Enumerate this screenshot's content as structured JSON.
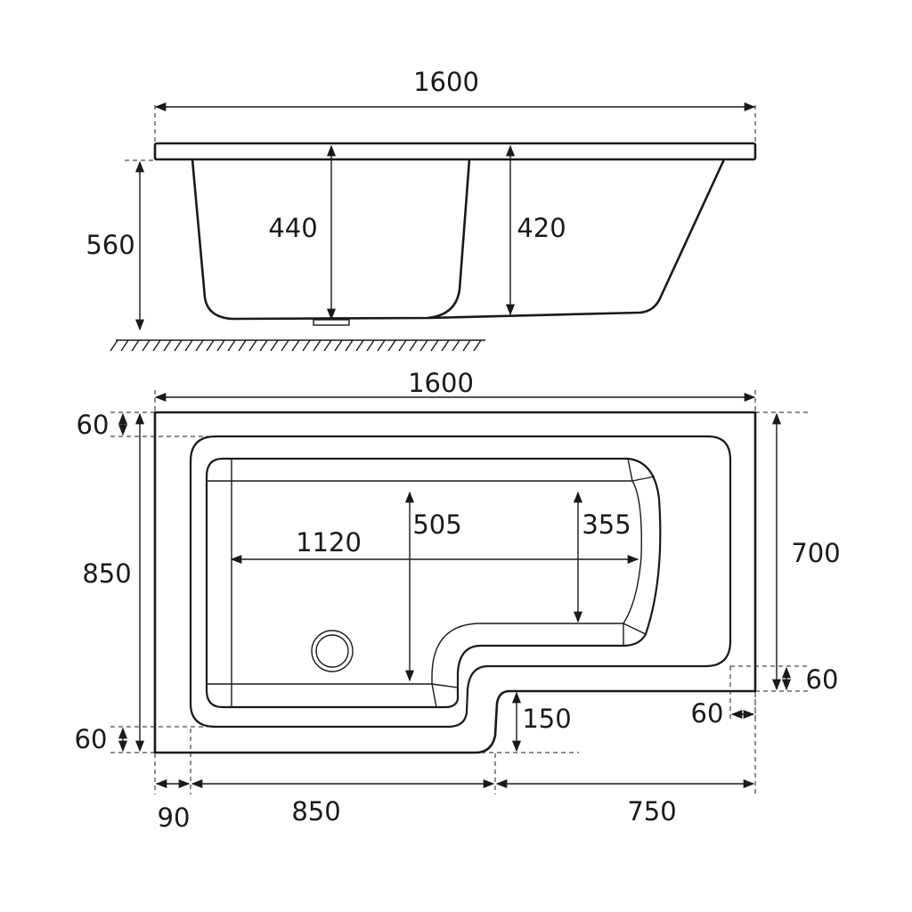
{
  "side_view": {
    "length": "1600",
    "height_total": "560",
    "depth_shower": "440",
    "depth_bath": "420"
  },
  "plan_view": {
    "length": "1600",
    "width": "850",
    "width_narrow": "700",
    "rim_top": "60",
    "rim_bottom": "60",
    "rim_right": "60",
    "rim_right_end": "60",
    "internal_length": "1120",
    "internal_width_shower": "505",
    "internal_width_bath": "355",
    "step": "150",
    "offset_left": "90",
    "shower_section": "850",
    "bath_section": "750"
  }
}
